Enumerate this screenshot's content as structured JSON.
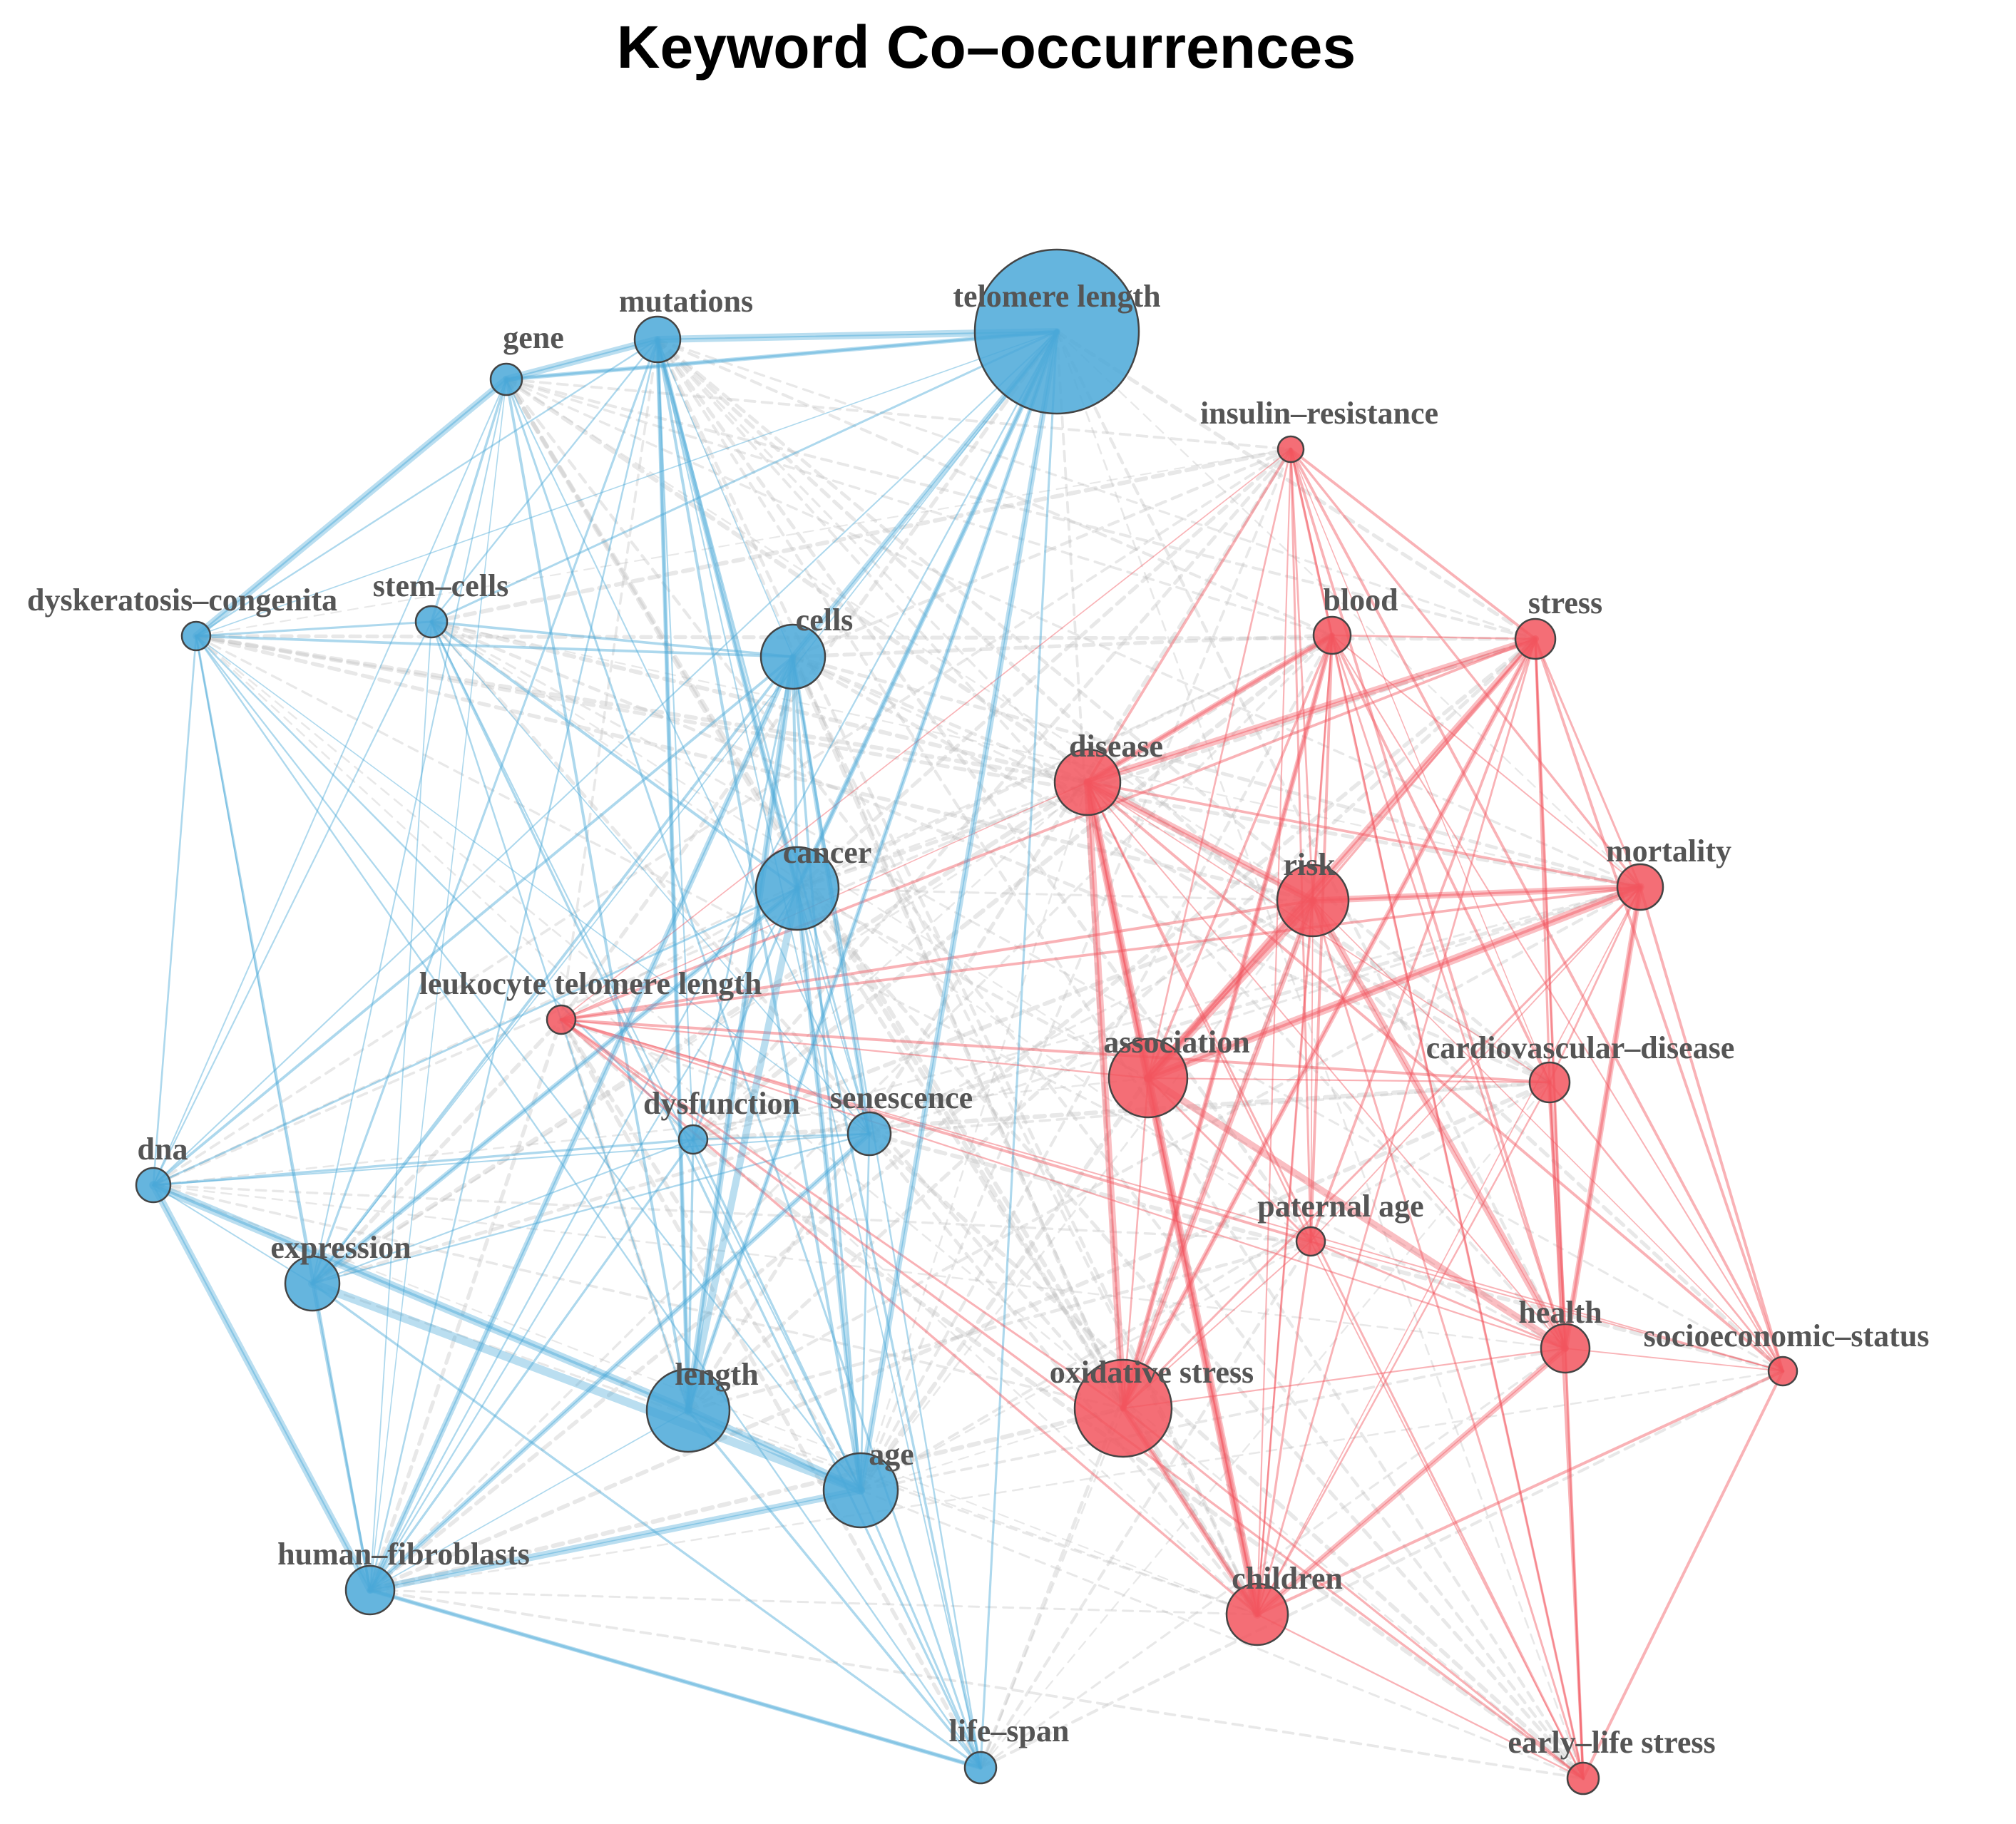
{
  "title": "Keyword Co–occurrences",
  "colors": {
    "cluster1": "#4aa8d8",
    "cluster2": "#f2555e",
    "between": "#bdbdbd"
  },
  "nodes": [
    {
      "id": "telomere length",
      "label": "telomere length",
      "cluster": 1,
      "weight": 10
    },
    {
      "id": "mutations",
      "label": "mutations",
      "cluster": 1,
      "weight": 3
    },
    {
      "id": "gene",
      "label": "gene",
      "cluster": 1,
      "weight": 2
    },
    {
      "id": "dyskeratosis-congenita",
      "label": "dyskeratosis–congenita",
      "cluster": 1,
      "weight": 2
    },
    {
      "id": "stem-cells",
      "label": "stem–cells",
      "cluster": 1,
      "weight": 2
    },
    {
      "id": "cells",
      "label": "cells",
      "cluster": 1,
      "weight": 4
    },
    {
      "id": "cancer",
      "label": "cancer",
      "cluster": 1,
      "weight": 5
    },
    {
      "id": "dysfunction",
      "label": "dysfunction",
      "cluster": 1,
      "weight": 2
    },
    {
      "id": "senescence",
      "label": "senescence",
      "cluster": 1,
      "weight": 3
    },
    {
      "id": "dna",
      "label": "dna",
      "cluster": 1,
      "weight": 2
    },
    {
      "id": "expression",
      "label": "expression",
      "cluster": 1,
      "weight": 4
    },
    {
      "id": "length",
      "label": "length",
      "cluster": 1,
      "weight": 6
    },
    {
      "id": "age",
      "label": "age",
      "cluster": 1,
      "weight": 5
    },
    {
      "id": "human-fibroblasts",
      "label": "human–fibroblasts",
      "cluster": 1,
      "weight": 4
    },
    {
      "id": "life-span",
      "label": "life–span",
      "cluster": 1,
      "weight": 2
    },
    {
      "id": "insulin-resistance",
      "label": "insulin–resistance",
      "cluster": 2,
      "weight": 2
    },
    {
      "id": "blood",
      "label": "blood",
      "cluster": 2,
      "weight": 2
    },
    {
      "id": "stress",
      "label": "stress",
      "cluster": 2,
      "weight": 2
    },
    {
      "id": "disease",
      "label": "disease",
      "cluster": 2,
      "weight": 4
    },
    {
      "id": "risk",
      "label": "risk",
      "cluster": 2,
      "weight": 5
    },
    {
      "id": "mortality",
      "label": "mortality",
      "cluster": 2,
      "weight": 3
    },
    {
      "id": "leukocyte telomere length",
      "label": "leukocyte telomere length",
      "cluster": 2,
      "weight": 2
    },
    {
      "id": "association",
      "label": "association",
      "cluster": 2,
      "weight": 6
    },
    {
      "id": "cardiovascular-disease",
      "label": "cardiovascular–disease",
      "cluster": 2,
      "weight": 2
    },
    {
      "id": "paternal age",
      "label": "paternal age",
      "cluster": 2,
      "weight": 2
    },
    {
      "id": "health",
      "label": "health",
      "cluster": 2,
      "weight": 3
    },
    {
      "id": "socioeconomic-status",
      "label": "socioeconomic–status",
      "cluster": 2,
      "weight": 1
    },
    {
      "id": "oxidative stress",
      "label": "oxidative stress",
      "cluster": 2,
      "weight": 7
    },
    {
      "id": "children",
      "label": "children",
      "cluster": 2,
      "weight": 4
    },
    {
      "id": "early-life stress",
      "label": "early–life stress",
      "cluster": 2,
      "weight": 2
    }
  ]
}
